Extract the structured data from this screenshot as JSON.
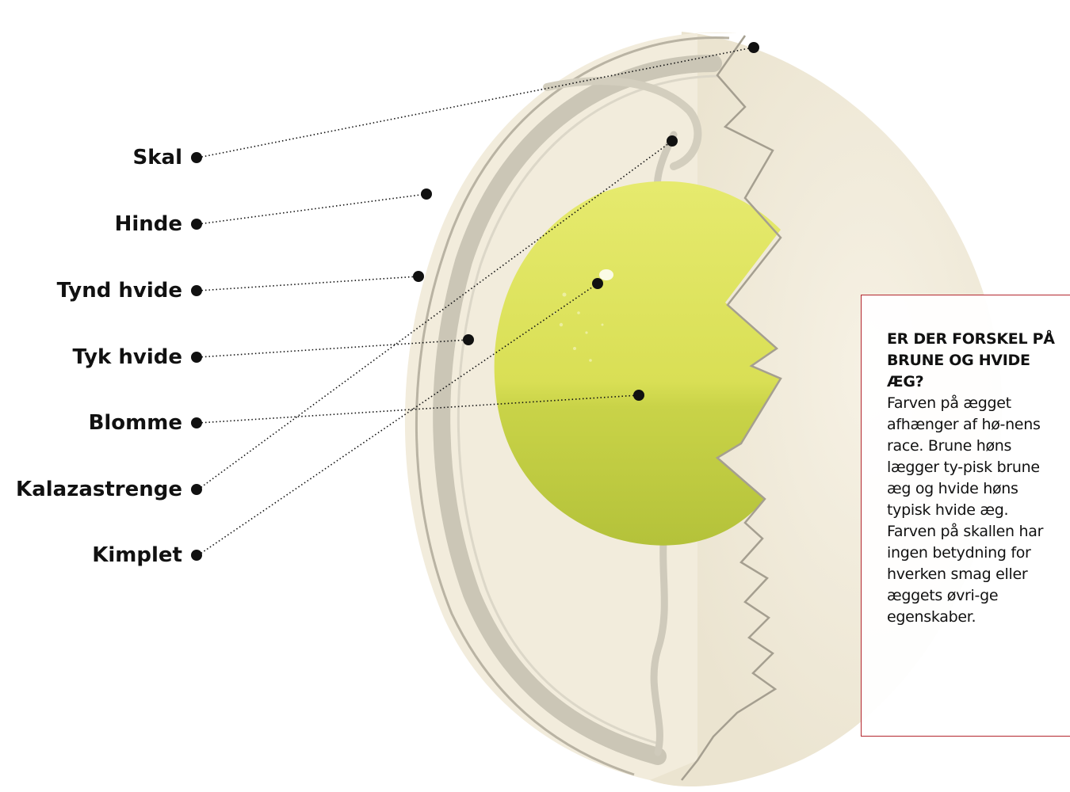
{
  "labels": [
    {
      "id": "skal",
      "text": "Skal"
    },
    {
      "id": "hinde",
      "text": "Hinde"
    },
    {
      "id": "tynd-hvide",
      "text": "Tynd hvide"
    },
    {
      "id": "tyk-hvide",
      "text": "Tyk hvide"
    },
    {
      "id": "blomme",
      "text": "Blomme"
    },
    {
      "id": "kalazastrenge",
      "text": "Kalazastrenge"
    },
    {
      "id": "kimplet",
      "text": "Kimplet"
    }
  ],
  "info_box": {
    "title": "ER DER FORSKEL PÅ BRUNE OG HVIDE ÆG?",
    "body": "Farven på ægget afhænger af hø-nens race. Brune høns lægger ty-pisk brune æg og hvide høns typisk hvide æg. Farven på skallen har ingen betydning for hverken smag eller æggets øvri-ge egenskaber."
  },
  "colors": {
    "shell": "#f0ead9",
    "shell_inner": "#f4efe2",
    "membrane": "#cbc6b6",
    "yolk_light": "#e3e76a",
    "yolk_mid": "#d3da4a",
    "yolk_dark": "#b6c53a",
    "accent_border": "#b3262e",
    "text": "#111111"
  }
}
